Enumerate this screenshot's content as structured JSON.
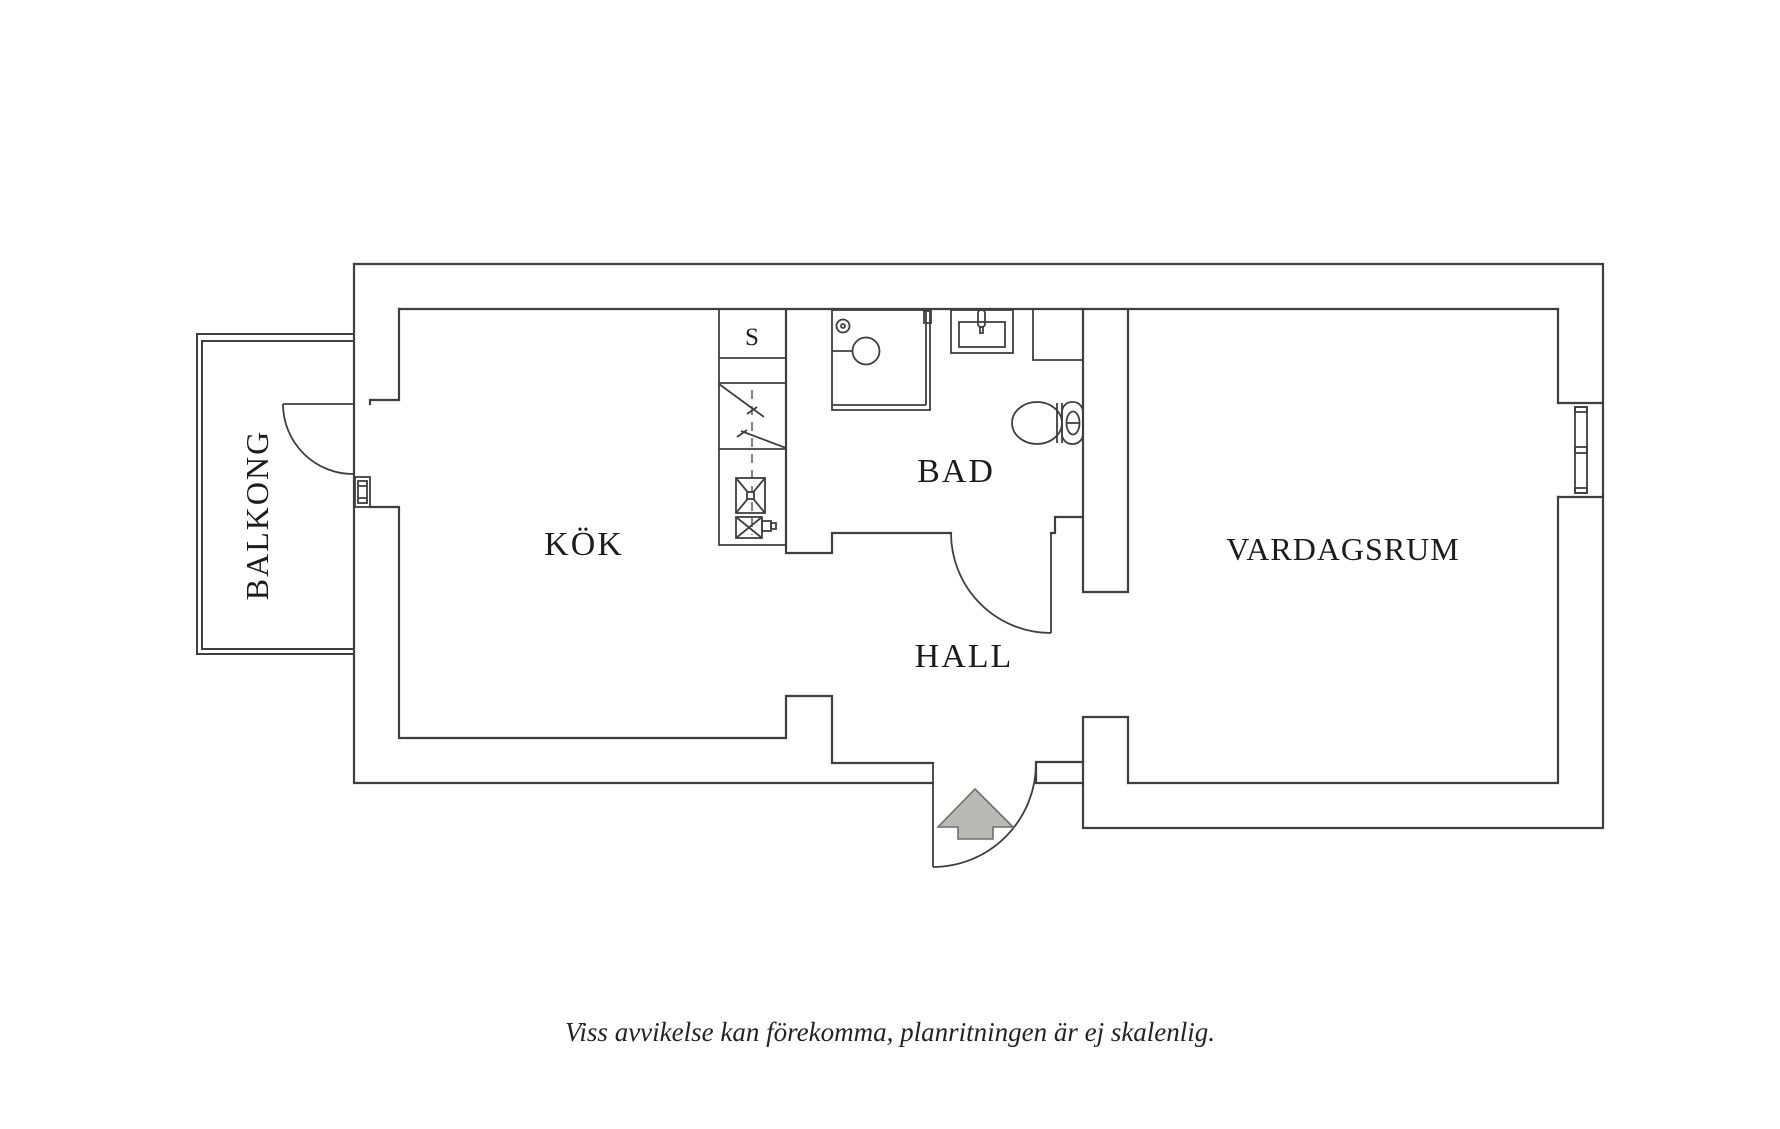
{
  "floorplan": {
    "rooms": [
      {
        "id": "balkong",
        "label": "BALKONG"
      },
      {
        "id": "kok",
        "label": "KÖK"
      },
      {
        "id": "bad",
        "label": "BAD"
      },
      {
        "id": "hall",
        "label": "HALL"
      },
      {
        "id": "vardagsrum",
        "label": "VARDAGSRUM"
      }
    ],
    "closet_label": "S",
    "caption": "Viss avvikelse kan förekomma, planritningen är ej skalenlig.",
    "colors": {
      "wall": "#3f3f3f",
      "fixture": "#3f3f3f",
      "text": "#1c1c1c",
      "arrow_fill": "#b9b9b6",
      "arrow_stroke": "#6f6f6d",
      "background": "#ffffff"
    },
    "fixtures": [
      "wardrobe-s",
      "fridge-freezer",
      "stove",
      "kitchen-sink",
      "shower",
      "bathroom-sink",
      "toilet",
      "window",
      "balcony-door",
      "bathroom-door",
      "entrance-door",
      "entrance-arrow"
    ]
  }
}
